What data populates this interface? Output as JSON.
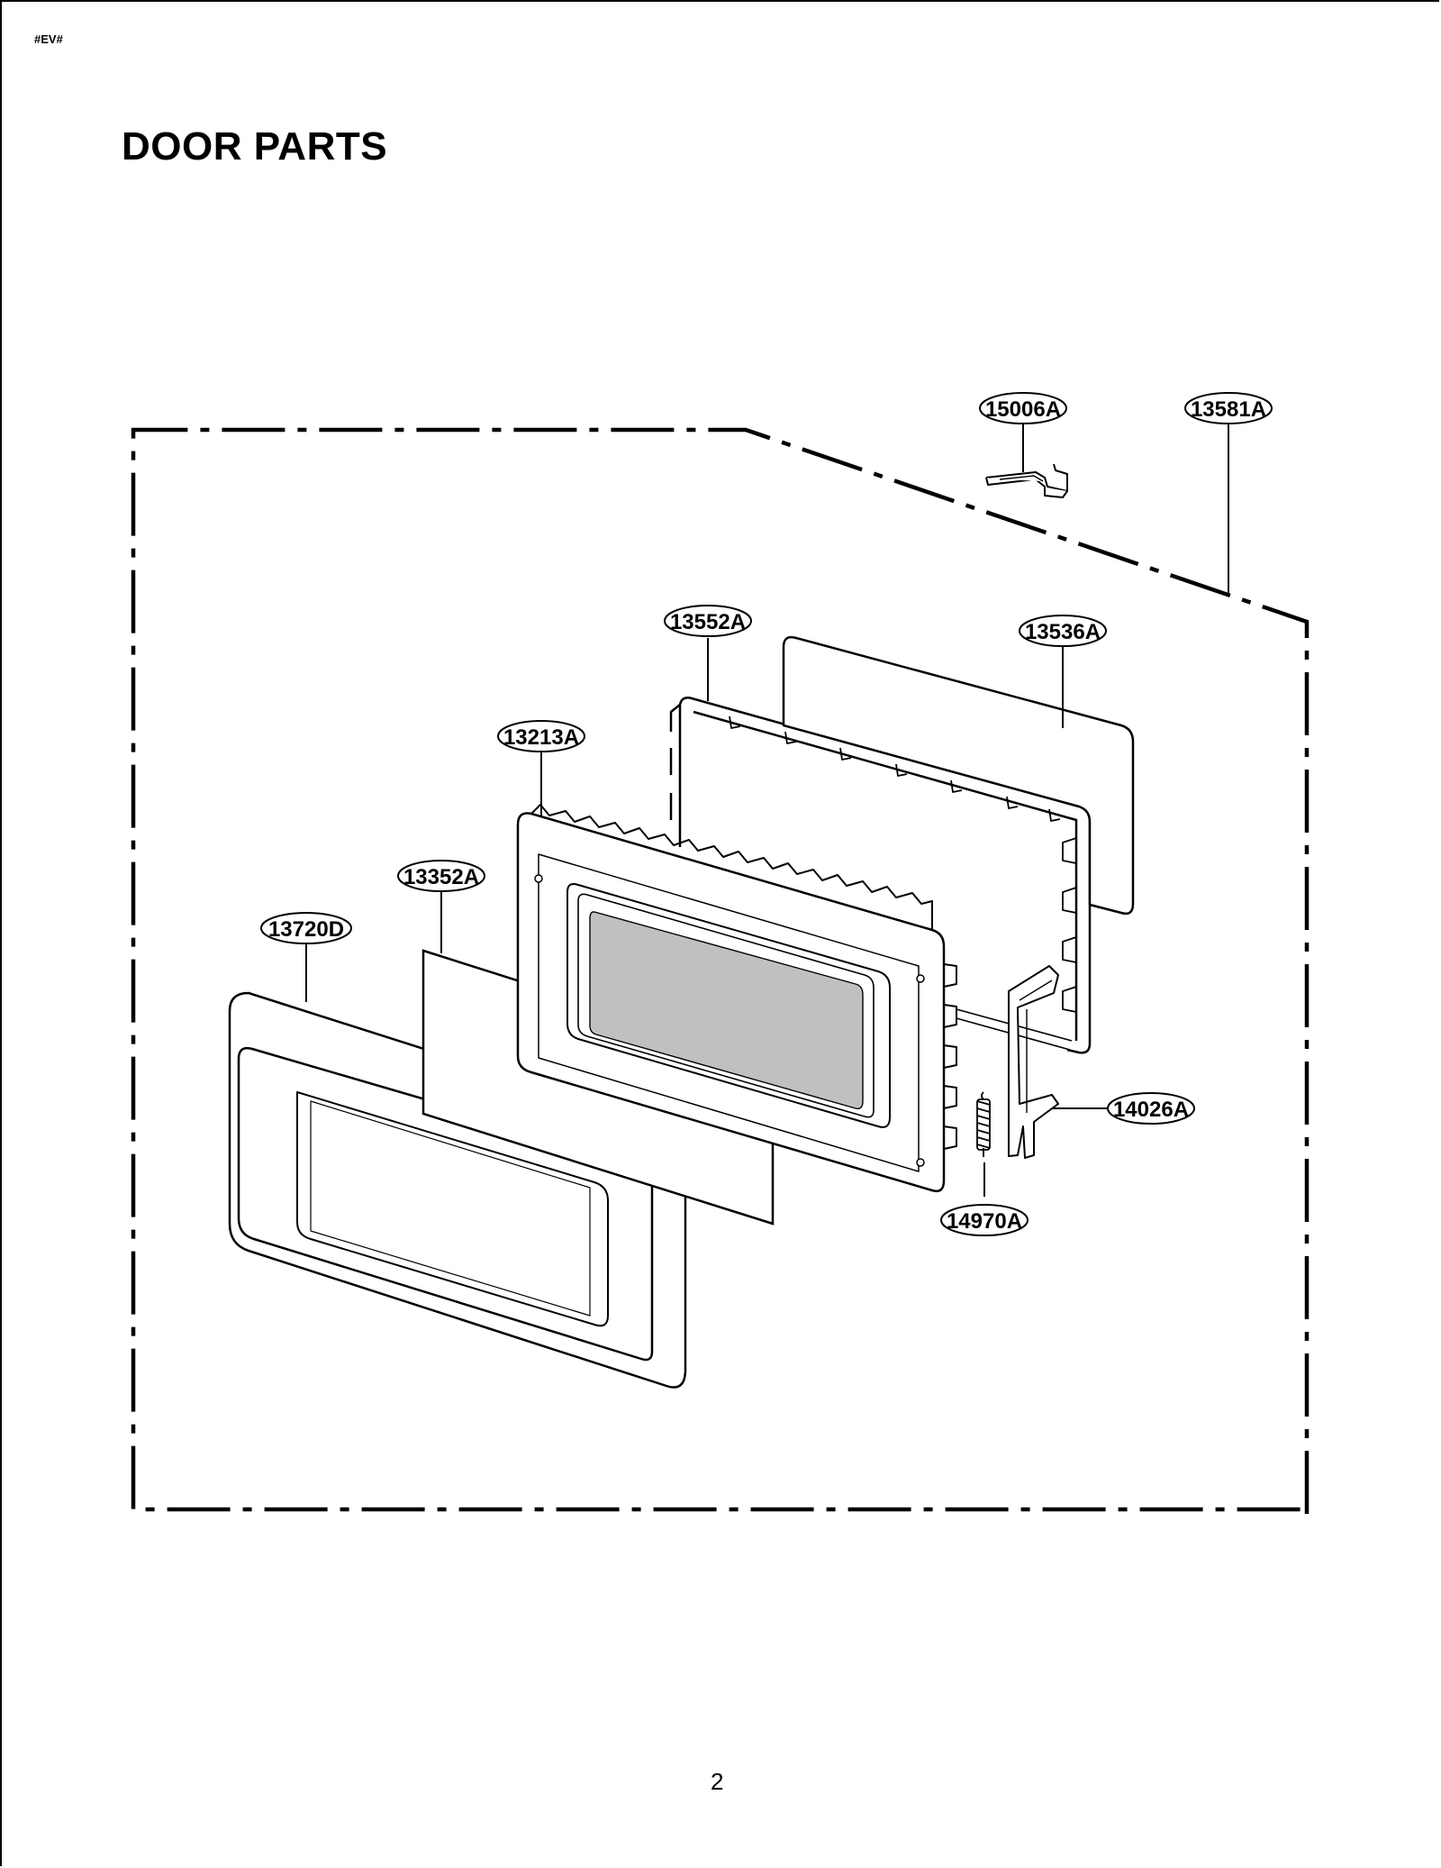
{
  "page": {
    "doc_code": "#EV#",
    "title": "DOOR PARTS",
    "page_number": "2"
  },
  "callouts": {
    "c15006A": "15006A",
    "c13581A": "13581A",
    "c13552A": "13552A",
    "c13536A": "13536A",
    "c13213A": "13213A",
    "c13352A": "13352A",
    "c13720D": "13720D",
    "c14026A": "14026A",
    "c14970A": "14970A"
  },
  "colors": {
    "line": "#000000",
    "window_glass": "#c0c0c0",
    "background": "#ffffff"
  }
}
